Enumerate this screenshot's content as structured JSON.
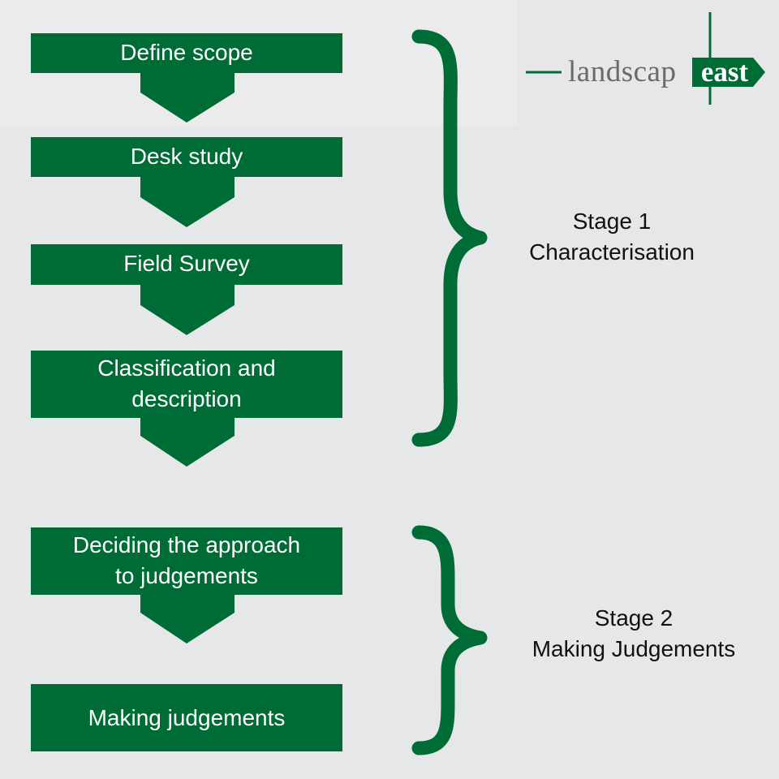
{
  "colors": {
    "background": "#e6e7e8",
    "green": "#006c35",
    "logo_grey": "#6a6a6a",
    "text_dark": "#111111"
  },
  "steps": [
    {
      "label": "Define scope"
    },
    {
      "label": "Desk study"
    },
    {
      "label": "Field Survey"
    },
    {
      "label": "Classification and\ndescription"
    },
    {
      "label": "Deciding the approach\nto judgements"
    },
    {
      "label": "Making judgements"
    }
  ],
  "stages": [
    {
      "number": "Stage 1",
      "name": "Characterisation"
    },
    {
      "number": "Stage 2",
      "name": "Making Judgements"
    }
  ],
  "logo": {
    "text_plain": "landscap",
    "text_bold": "east"
  }
}
